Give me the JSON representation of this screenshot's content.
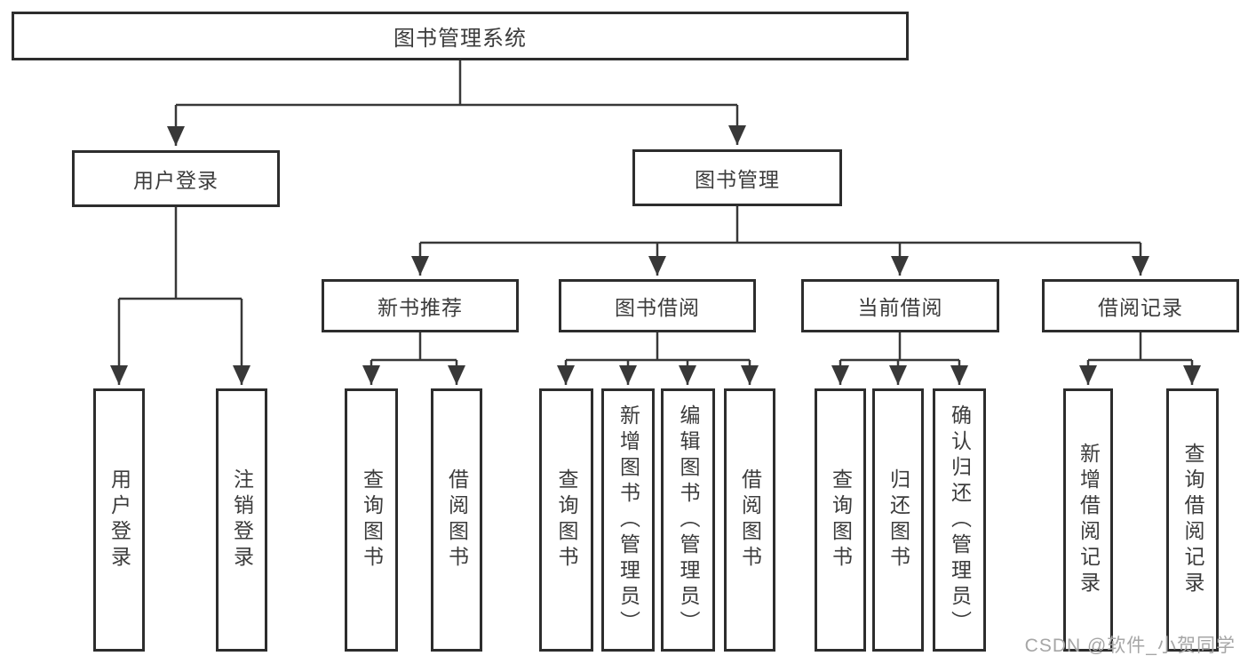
{
  "diagram_title": "图书管理系统",
  "tree": {
    "root": {
      "label": "图书管理系统"
    },
    "children": [
      {
        "label": "用户登录",
        "children": [
          {
            "label": "用户登录"
          },
          {
            "label": "注销登录"
          }
        ]
      },
      {
        "label": "图书管理",
        "children": [
          {
            "label": "新书推荐",
            "children": [
              {
                "label": "查询图书"
              },
              {
                "label": "借阅图书"
              }
            ]
          },
          {
            "label": "图书借阅",
            "children": [
              {
                "label": "查询图书"
              },
              {
                "label": "新增图书（管理员）"
              },
              {
                "label": "编辑图书（管理员）"
              },
              {
                "label": "借阅图书"
              }
            ]
          },
          {
            "label": "当前借阅",
            "children": [
              {
                "label": "查询图书"
              },
              {
                "label": "归还图书"
              },
              {
                "label": "确认归还（管理员）"
              }
            ]
          },
          {
            "label": "借阅记录",
            "children": [
              {
                "label": "新增借阅记录"
              },
              {
                "label": "查询借阅记录"
              }
            ]
          }
        ]
      }
    ]
  },
  "watermark": "CSDN @软件_小贺同学",
  "colors": {
    "background": "#ffffff",
    "box_border": "#2d2d2d",
    "connector_line": "#383838",
    "text": "#3c3c3c",
    "watermark": "#a6a6a6"
  }
}
